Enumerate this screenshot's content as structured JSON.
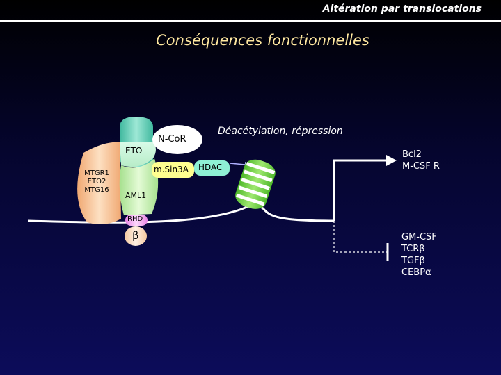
{
  "header": {
    "title": "Altération par translocations"
  },
  "slide_title": "Conséquences fonctionnelles",
  "subtitle": "Déacétylation, répression",
  "proteins": {
    "ncor": "N-CoR",
    "eto": "ETO",
    "msin3a": "m.Sin3A",
    "hdac": "HDAC",
    "aml1": "AML1",
    "rhd": "RHD",
    "beta": "β",
    "mtg_lines": [
      "MTGR1",
      "ETO2",
      "MTG16"
    ]
  },
  "targets": {
    "activated": [
      "Bcl2",
      "M-CSF R"
    ],
    "repressed": [
      "GM-CSF",
      "TCRβ",
      "TGFβ",
      "CEBPα"
    ]
  },
  "colors": {
    "background_top": "#000000",
    "background_bottom": "#0c0c5a",
    "title": "#ffe8a0",
    "ncor": "#7fd8c4",
    "mtg": "#f6c79a",
    "aml1": "#caf1b6",
    "rhd": "#f2a8f0",
    "msin3a": "#fefe90",
    "hdac": "#8ef0d4",
    "nucleosome": "#7cd64a"
  }
}
